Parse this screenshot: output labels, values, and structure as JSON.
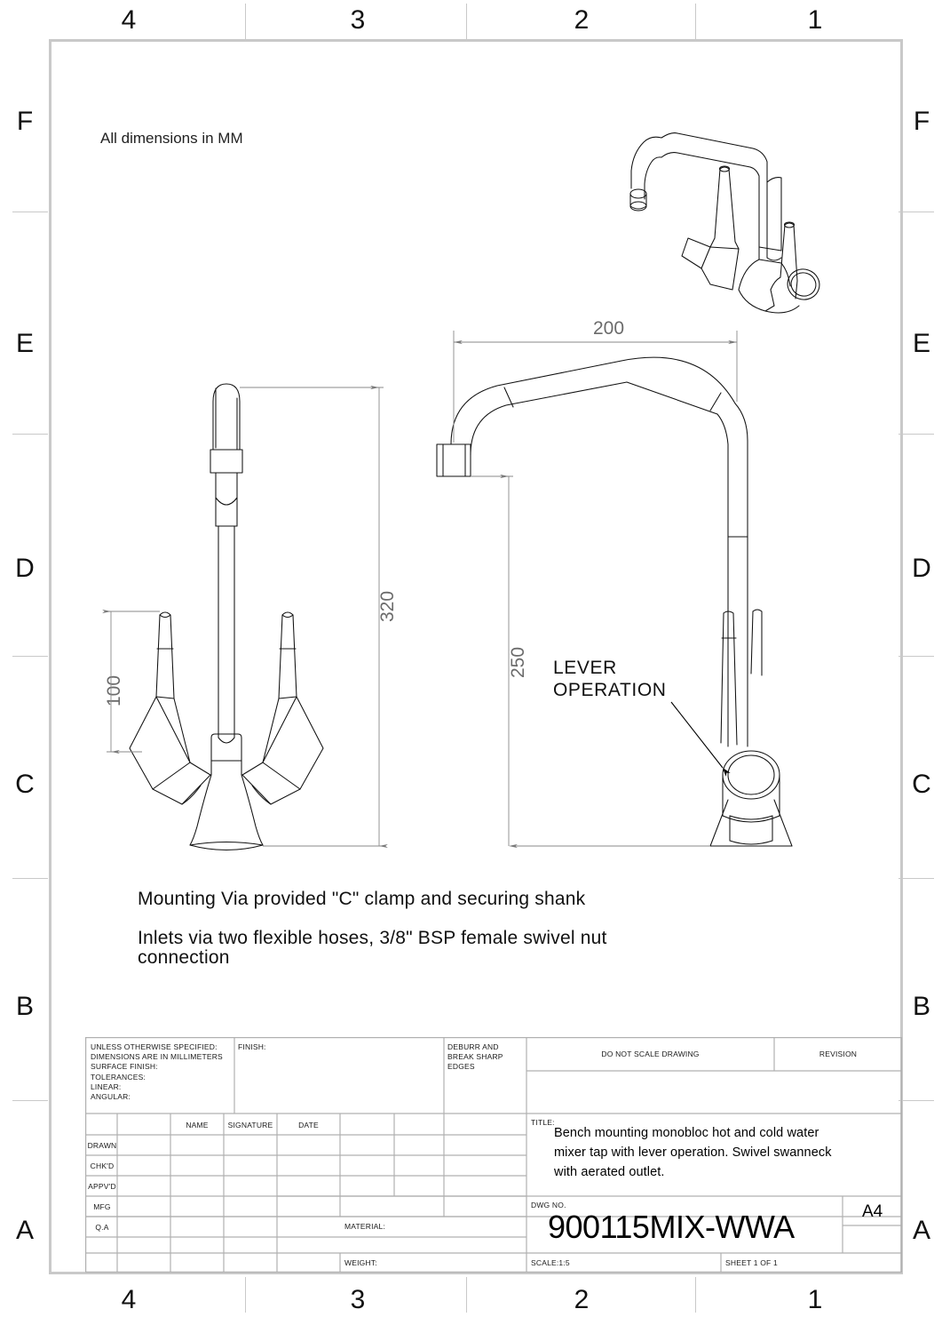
{
  "sheet": {
    "zones_horizontal": [
      "4",
      "3",
      "2",
      "1"
    ],
    "zones_vertical": [
      "F",
      "E",
      "D",
      "C",
      "B",
      "A"
    ]
  },
  "notes": {
    "units": "All dimensions in MM",
    "mounting": "Mounting Via provided \"C\" clamp and securing shank",
    "inlets_line1": "Inlets via two flexible hoses, 3/8\" BSP female swivel nut",
    "inlets_line2": "connection"
  },
  "callouts": {
    "lever_line1": "LEVER",
    "lever_line2": "OPERATION"
  },
  "dimensions": {
    "reach": "200",
    "total_height": "320",
    "spout_height": "250",
    "handle_height": "100"
  },
  "title_block": {
    "specs": "UNLESS OTHERWISE SPECIFIED:\nDIMENSIONS ARE IN MILLIMETERS\nSURFACE FINISH:\nTOLERANCES:\n   LINEAR:\n   ANGULAR:",
    "finish_label": "FINISH:",
    "deburr": "DEBURR AND\nBREAK SHARP\nEDGES",
    "do_not_scale": "DO NOT SCALE DRAWING",
    "revision": "REVISION",
    "columns": [
      "NAME",
      "SIGNATURE",
      "DATE"
    ],
    "roles": [
      "DRAWN",
      "CHK'D",
      "APPV'D",
      "MFG",
      "Q.A"
    ],
    "material_label": "MATERIAL:",
    "weight_label": "WEIGHT:",
    "title_label": "TITLE:",
    "title_line1": "Bench mounting monobloc hot and cold water",
    "title_line2": "mixer tap with lever operation. Swivel swanneck",
    "title_line3": "with aerated outlet.",
    "dwg_label": "DWG NO.",
    "dwg_number": "900115MIX-WWA",
    "paper_size": "A4",
    "scale": "SCALE:1:5",
    "sheet_of": "SHEET 1 OF 1"
  }
}
